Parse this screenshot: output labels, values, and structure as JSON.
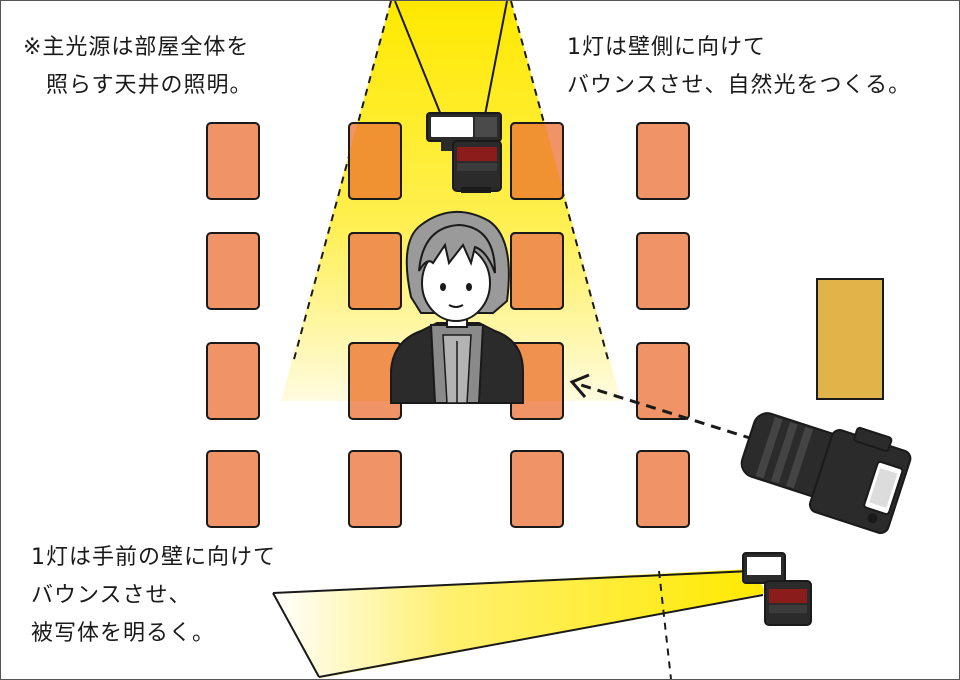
{
  "notes": {
    "top_left": "※主光源は部屋全体を\n　照らす天井の照明。",
    "top_right": "1灯は壁側に向けて\nバウンスさせ、自然光をつくる。",
    "bottom_left": "1灯は手前の壁に向けて\nバウンスさせ、\n被写体を明るく。"
  },
  "colors": {
    "light_yellow": "#ffe900",
    "wall_panel": "#f09468",
    "wall_panel_lit": "#f0902c",
    "window_panel": "#e0b448",
    "outline": "#1a1a1a",
    "flash_body": "#2b2b2b",
    "flash_red": "#8b1c1c"
  },
  "icons": [
    "flash-ceiling-icon",
    "flash-floor-icon",
    "camera-icon",
    "person-icon",
    "arrow-icon"
  ]
}
